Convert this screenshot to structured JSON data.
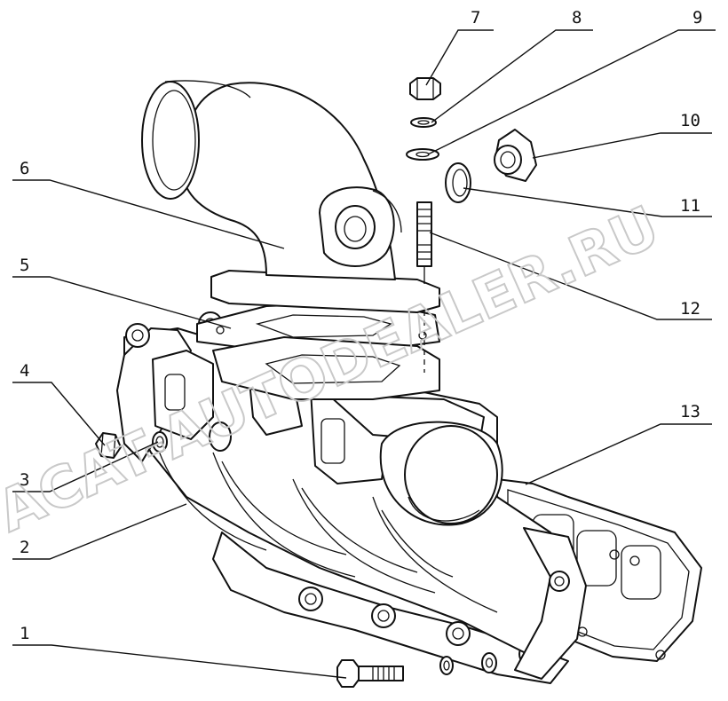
{
  "callouts": [
    {
      "number": "1"
    },
    {
      "number": "2"
    },
    {
      "number": "3"
    },
    {
      "number": "4"
    },
    {
      "number": "5"
    },
    {
      "number": "6"
    },
    {
      "number": "7"
    },
    {
      "number": "8"
    },
    {
      "number": "9"
    },
    {
      "number": "10"
    },
    {
      "number": "11"
    },
    {
      "number": "12"
    },
    {
      "number": "13"
    }
  ],
  "watermark": "ACAT-AUTODEALER.RU"
}
